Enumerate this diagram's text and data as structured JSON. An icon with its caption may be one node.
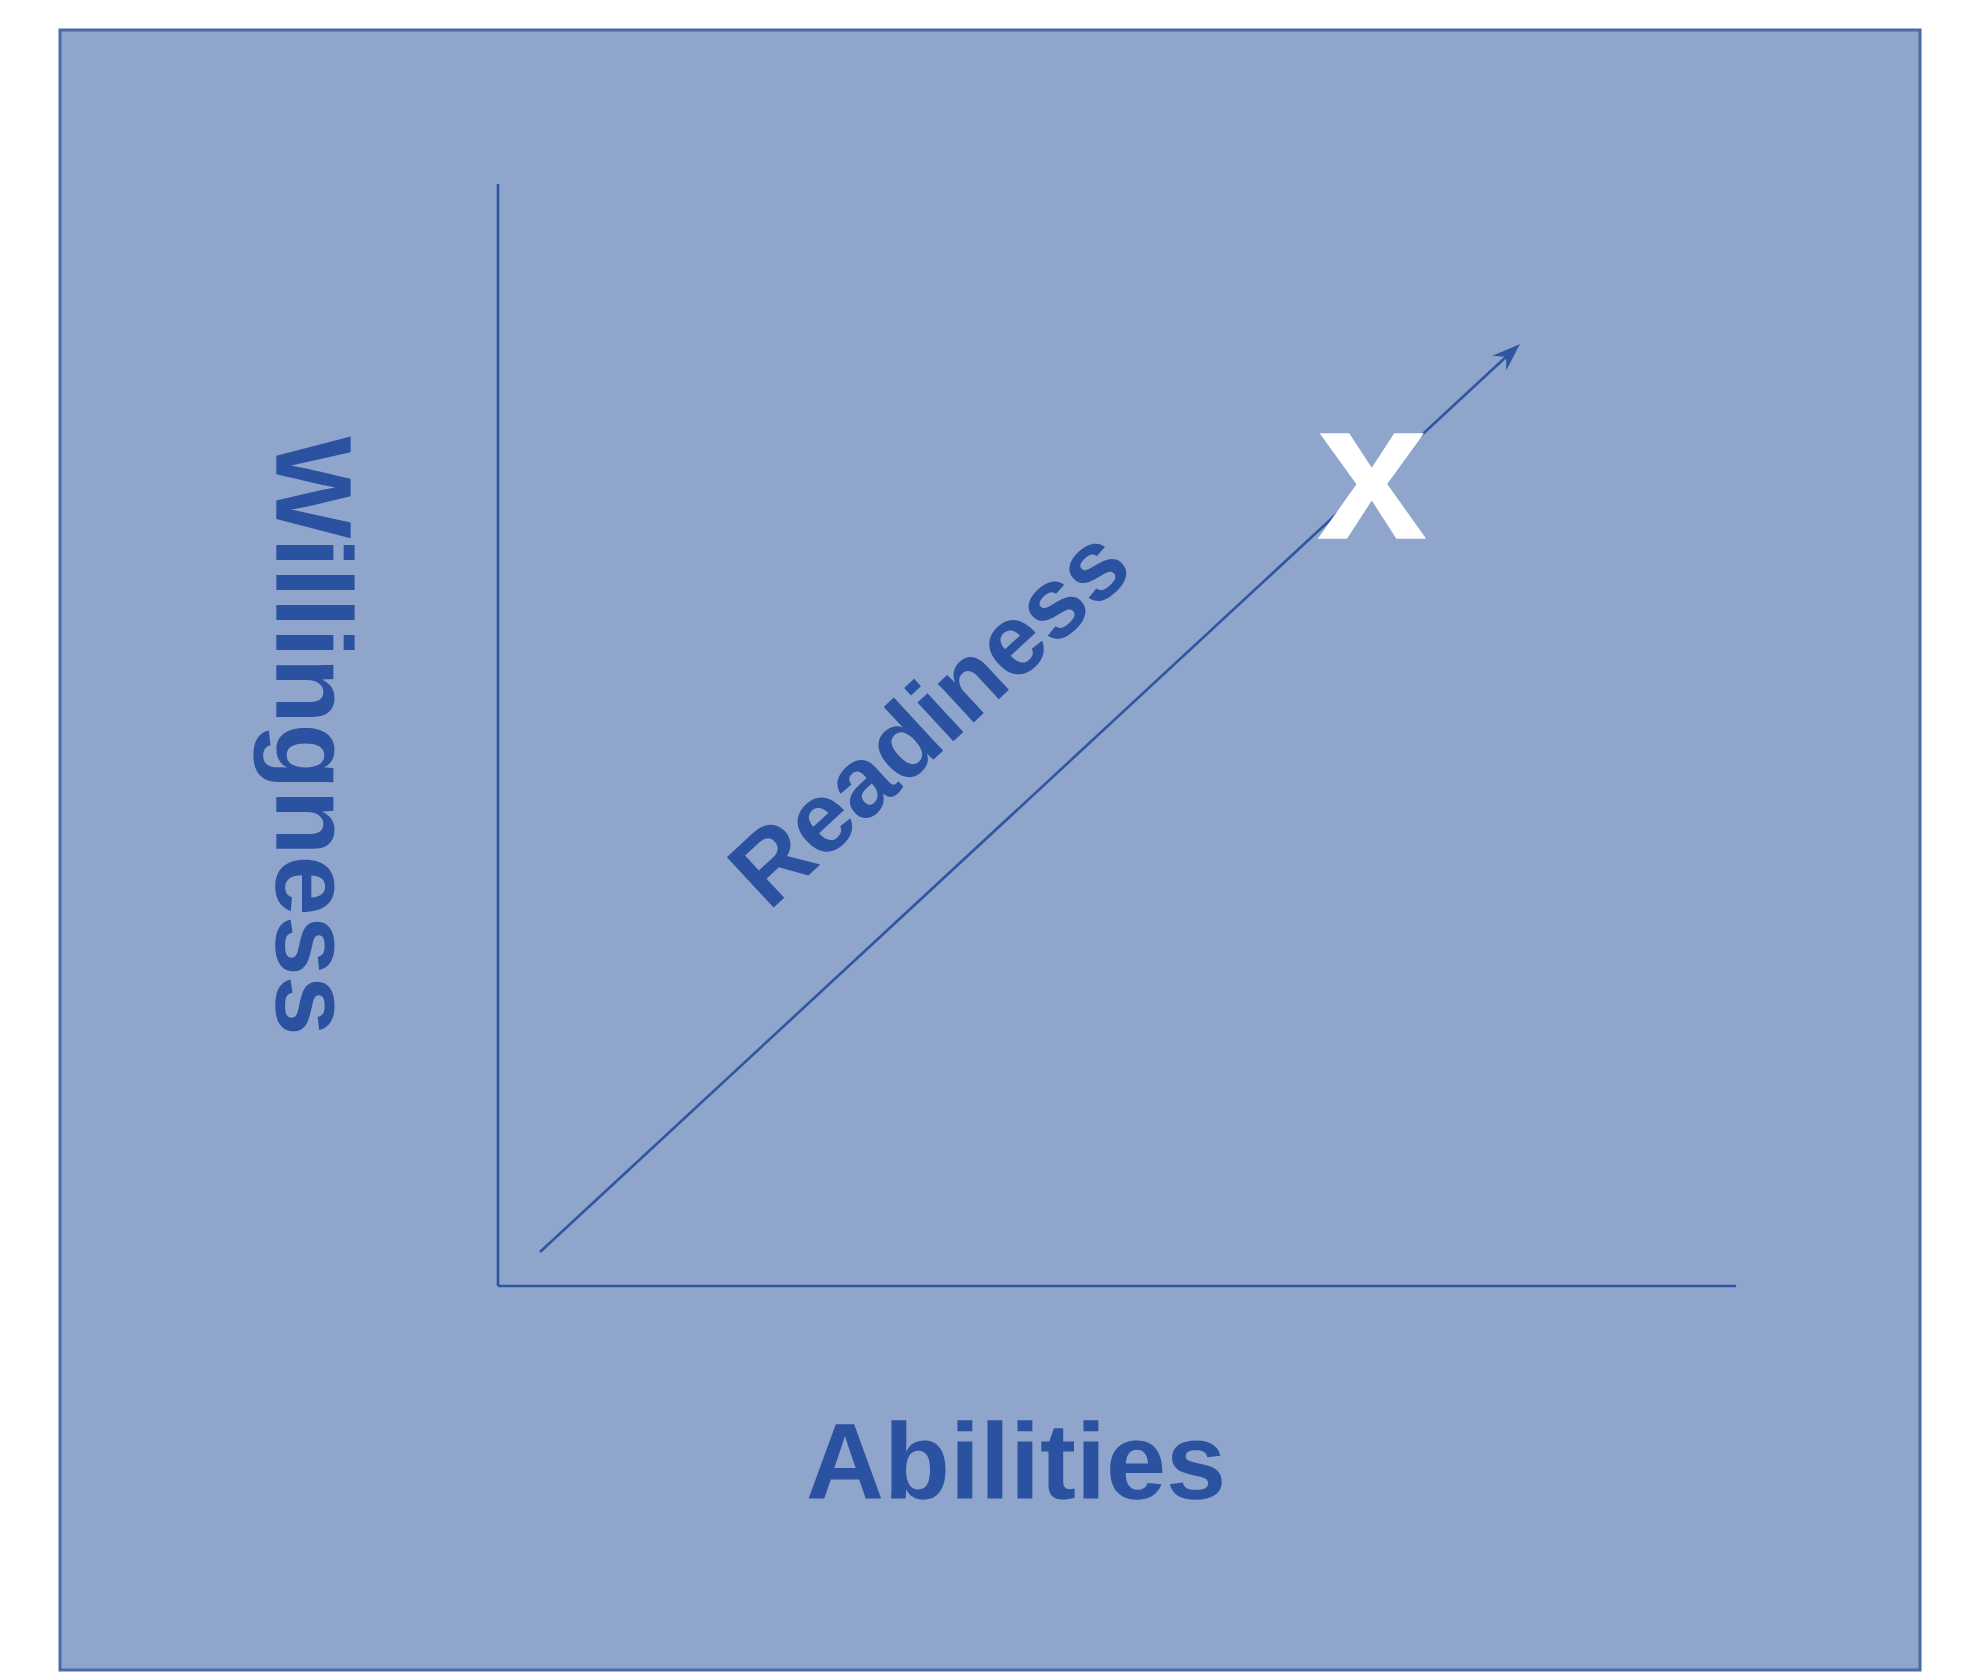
{
  "diagram": {
    "labels": [
      "Willingness",
      "Readiness",
      "x",
      "Abilities"
    ]
  }
}
